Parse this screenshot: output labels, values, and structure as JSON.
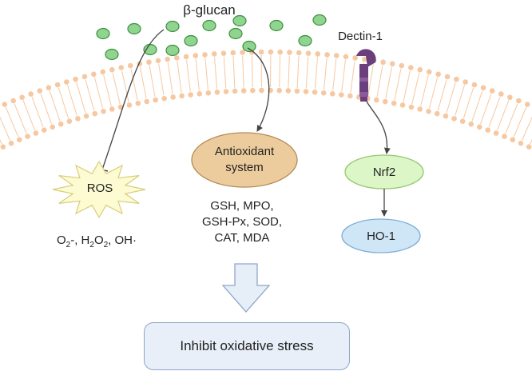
{
  "ligand_label": "β-glucan",
  "receptor_label": "Dectin-1",
  "ros": {
    "label": "ROS",
    "species": [
      "O",
      "2",
      "-, H",
      "2",
      "O",
      "2",
      ", OH·"
    ]
  },
  "antioxidant": {
    "label_line1": "Antioxidant",
    "label_line2": "system",
    "markers": [
      "GSH, MPO,",
      "GSH-Px, SOD,",
      "CAT, MDA"
    ]
  },
  "nrf2_label": "Nrf2",
  "ho1_label": "HO-1",
  "outcome_label": "Inhibit oxidative stress",
  "colors": {
    "glucan_fill": "#8fd48f",
    "glucan_stroke": "#3e8f3e",
    "membrane": "#f6c8a2",
    "receptor": "#6b3f7c",
    "ros_fill": "#fdfbd2",
    "antioxidant_fill": "#eccc9d",
    "nrf2_fill": "#dcf6c7",
    "ho1_fill": "#cfe6f7",
    "outcome_fill": "#e8eff8",
    "big_arrow_fill": "#e6eef8"
  }
}
